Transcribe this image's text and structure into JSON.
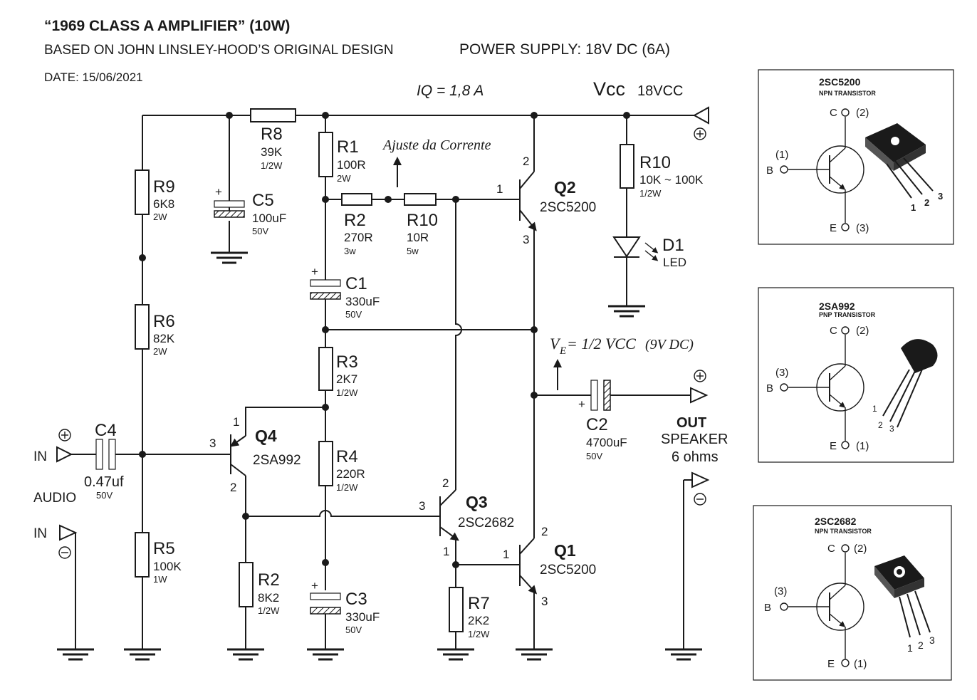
{
  "header": {
    "title": "“1969 CLASS A AMPLIFIER” (10W)",
    "subtitle": "BASED ON JOHN LINSLEY-HOOD’S ORIGINAL DESIGN",
    "power_supply": "POWER SUPPLY: 18V DC (6A)",
    "date": "DATE: 15/06/2021"
  },
  "annotations": {
    "iq": "IQ = 1,8 A",
    "vcc": "Vcc",
    "vcc_value": "18VCC",
    "adjust": "Ajuste da Corrente",
    "ve_v": "V",
    "ve_sub": "E",
    "ve_rest": "= 1/2 VCC",
    "ve_dc": "(9V DC)"
  },
  "components": {
    "R8": {
      "name": "R8",
      "value": "39K",
      "rating": "1/2W"
    },
    "R9": {
      "name": "R9",
      "value": "6K8",
      "rating": "2W"
    },
    "R6": {
      "name": "R6",
      "value": "82K",
      "rating": "2W"
    },
    "R5": {
      "name": "R5",
      "value": "100K",
      "rating": "1W"
    },
    "R1": {
      "name": "R1",
      "value": "100R",
      "rating": "2W"
    },
    "R2a": {
      "name": "R2",
      "value": "270R",
      "rating": "3w"
    },
    "R10a": {
      "name": "R10",
      "value": "10R",
      "rating": "5w"
    },
    "R10b": {
      "name": "R10",
      "value": "10K ~ 100K",
      "rating": "1/2W"
    },
    "R3": {
      "name": "R3",
      "value": "2K7",
      "rating": "1/2W"
    },
    "R4": {
      "name": "R4",
      "value": "220R",
      "rating": "1/2W"
    },
    "R2b": {
      "name": "R2",
      "value": "8K2",
      "rating": "1/2W"
    },
    "R7": {
      "name": "R7",
      "value": "2K2",
      "rating": "1/2W"
    },
    "C5": {
      "name": "C5",
      "value": "100uF",
      "rating": "50V"
    },
    "C1": {
      "name": "C1",
      "value": "330uF",
      "rating": "50V"
    },
    "C3": {
      "name": "C3",
      "value": "330uF",
      "rating": "50V"
    },
    "C4": {
      "name": "C4",
      "value": "0.47uf",
      "rating": "50V"
    },
    "C2": {
      "name": "C2",
      "value": "4700uF",
      "rating": "50V"
    },
    "D1": {
      "name": "D1",
      "value": "LED"
    },
    "Q1": {
      "name": "Q1",
      "part": "2SC5200"
    },
    "Q2": {
      "name": "Q2",
      "part": "2SC5200"
    },
    "Q3": {
      "name": "Q3",
      "part": "2SC2682"
    },
    "Q4": {
      "name": "Q4",
      "part": "2SA992"
    }
  },
  "pins": {
    "p1": "1",
    "p2": "2",
    "p3": "3"
  },
  "io": {
    "in": "IN",
    "audio": "AUDIO",
    "out": "OUT",
    "speaker": "SPEAKER",
    "ohms": "6 ohms",
    "plus": "+",
    "minus": "-"
  },
  "pinouts": [
    {
      "part": "2SC5200",
      "type": "NPN TRANSISTOR",
      "c": "C",
      "c_num": "(2)",
      "b": "B",
      "b_num": "(1)",
      "e": "E",
      "e_num": "(3)",
      "leads": [
        "1",
        "2",
        "3"
      ]
    },
    {
      "part": "2SA992",
      "type": "PNP TRANSISTOR",
      "c": "C",
      "c_num": "(2)",
      "b": "B",
      "b_num": "(3)",
      "e": "E",
      "e_num": "(1)",
      "leads": [
        "1",
        "2",
        "3"
      ]
    },
    {
      "part": "2SC2682",
      "type": "NPN TRANSISTOR",
      "c": "C",
      "c_num": "(2)",
      "b": "B",
      "b_num": "(3)",
      "e": "E",
      "e_num": "(1)",
      "leads": [
        "1",
        "2",
        "3"
      ]
    }
  ]
}
